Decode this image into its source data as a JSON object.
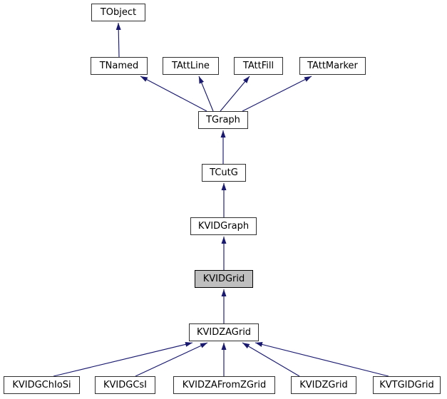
{
  "diagram_type": "class-inheritance-graph",
  "highlighted_node": "KVIDGrid",
  "colors": {
    "edge-color": "#191970",
    "node-border": "#303030",
    "node-fill": "#ffffff",
    "highlight-fill": "#bfbfbf",
    "text-color": "#000000",
    "background": "#ffffff"
  },
  "nodes": {
    "tobject": {
      "label": "TObject"
    },
    "tnamed": {
      "label": "TNamed"
    },
    "tattline": {
      "label": "TAttLine"
    },
    "tattfill": {
      "label": "TAttFill"
    },
    "tattmarker": {
      "label": "TAttMarker"
    },
    "tgraph": {
      "label": "TGraph"
    },
    "tcutg": {
      "label": "TCutG"
    },
    "kvidgraph": {
      "label": "KVIDGraph"
    },
    "kvidgrid": {
      "label": "KVIDGrid"
    },
    "kvidzagrid": {
      "label": "KVIDZAGrid"
    },
    "kvidgchiosi": {
      "label": "KVIDGChIoSi"
    },
    "kvidgcsi": {
      "label": "KVIDGCsI"
    },
    "kvidzafromzgrid": {
      "label": "KVIDZAFromZGrid"
    },
    "kvidzgrid": {
      "label": "KVIDZGrid"
    },
    "kvtgidgrid": {
      "label": "KVTGIDGrid"
    }
  },
  "edges": [
    {
      "child": "TNamed",
      "parent": "TObject",
      "relation": "inherits"
    },
    {
      "child": "TGraph",
      "parent": "TNamed",
      "relation": "inherits"
    },
    {
      "child": "TGraph",
      "parent": "TAttLine",
      "relation": "inherits"
    },
    {
      "child": "TGraph",
      "parent": "TAttFill",
      "relation": "inherits"
    },
    {
      "child": "TGraph",
      "parent": "TAttMarker",
      "relation": "inherits"
    },
    {
      "child": "TCutG",
      "parent": "TGraph",
      "relation": "inherits"
    },
    {
      "child": "KVIDGraph",
      "parent": "TCutG",
      "relation": "inherits"
    },
    {
      "child": "KVIDGrid",
      "parent": "KVIDGraph",
      "relation": "inherits"
    },
    {
      "child": "KVIDZAGrid",
      "parent": "KVIDGrid",
      "relation": "inherits"
    },
    {
      "child": "KVIDGChIoSi",
      "parent": "KVIDZAGrid",
      "relation": "inherits"
    },
    {
      "child": "KVIDGCsI",
      "parent": "KVIDZAGrid",
      "relation": "inherits"
    },
    {
      "child": "KVIDZAFromZGrid",
      "parent": "KVIDZAGrid",
      "relation": "inherits"
    },
    {
      "child": "KVIDZGrid",
      "parent": "KVIDZAGrid",
      "relation": "inherits"
    },
    {
      "child": "KVTGIDGrid",
      "parent": "KVIDZAGrid",
      "relation": "inherits"
    }
  ]
}
